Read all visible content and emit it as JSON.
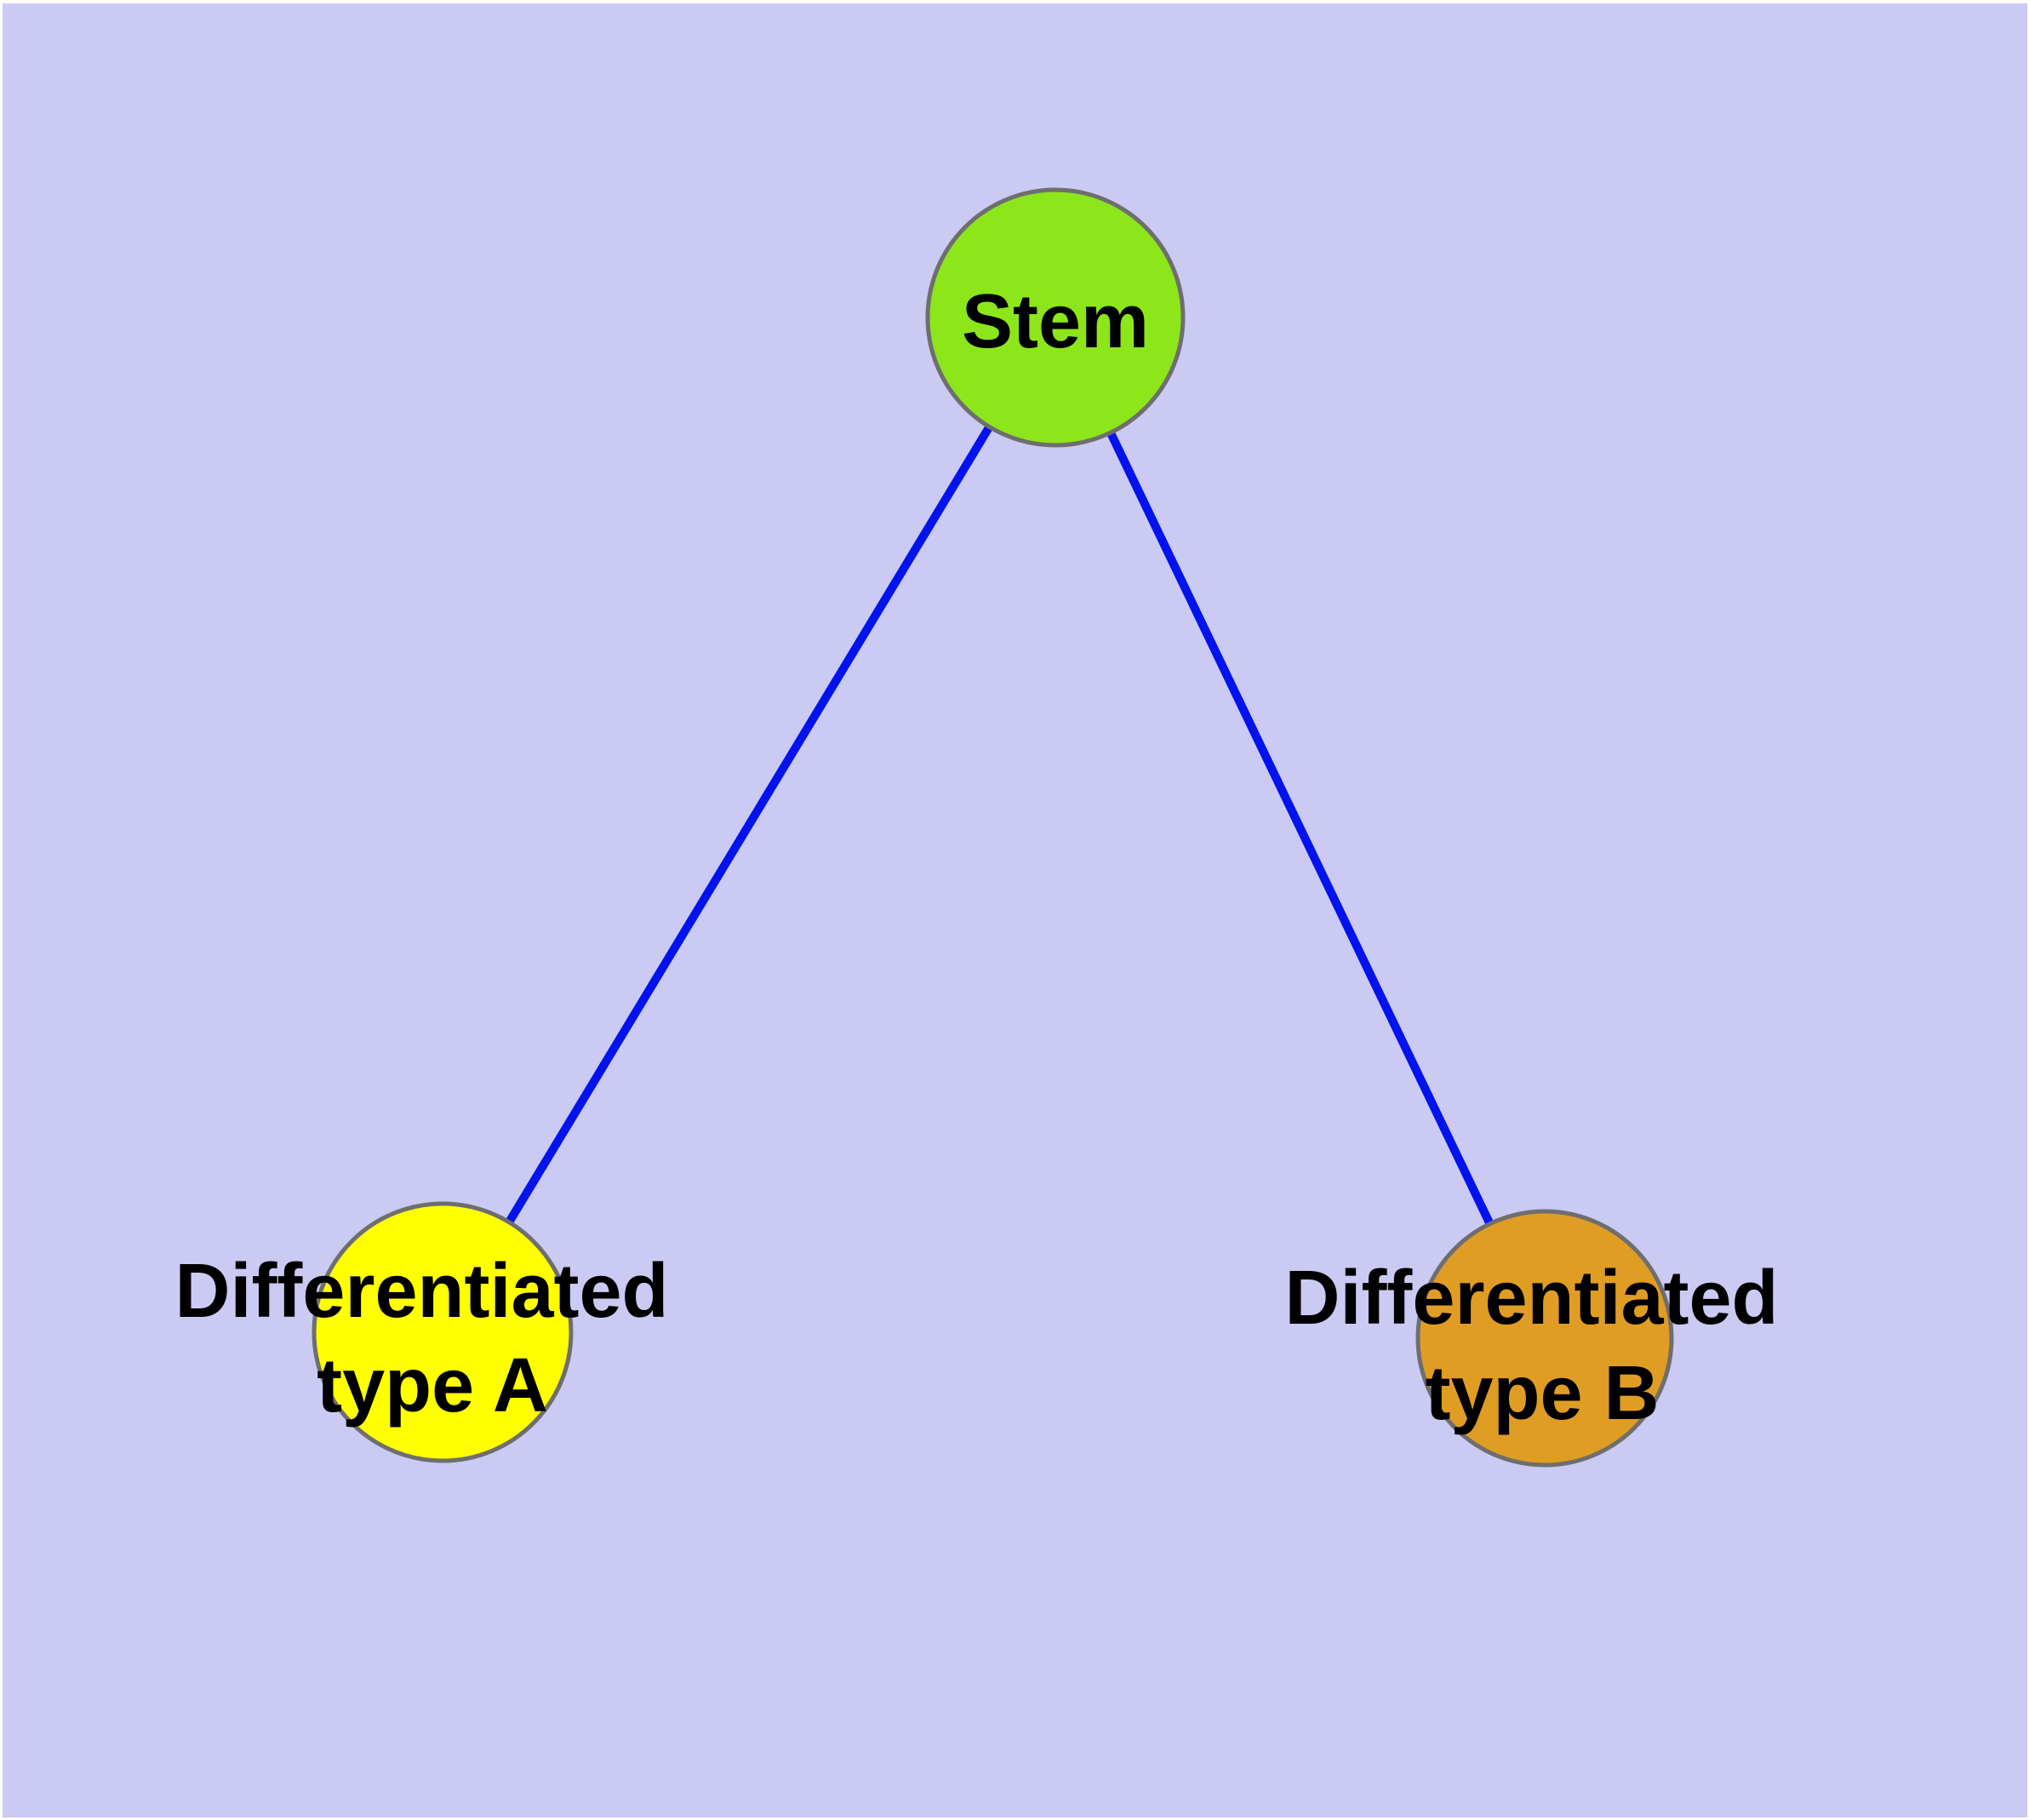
{
  "diagram": {
    "kind": "graph-diagram",
    "colors": {
      "background": "#cacaf3",
      "page_edge": "#ffffff",
      "edge_line": "#0013ee",
      "node_border": "#6e6e6e",
      "stem_fill": "#8ce61a",
      "type_a_fill": "#ffff00",
      "type_b_fill": "#e09d24",
      "label_text": "#000000"
    },
    "nodes": {
      "stem": {
        "label": "Stem",
        "fill": "#8ce61a"
      },
      "type_a": {
        "label_line1": "Differentiated",
        "label_line2": "type A",
        "fill": "#ffff00"
      },
      "type_b": {
        "label_line1": "Differentiated",
        "label_line2": "type B",
        "fill": "#e09d24"
      }
    },
    "edges": [
      {
        "from": "Stem",
        "to": "Differentiated type A"
      },
      {
        "from": "Stem",
        "to": "Differentiated type B"
      }
    ]
  }
}
